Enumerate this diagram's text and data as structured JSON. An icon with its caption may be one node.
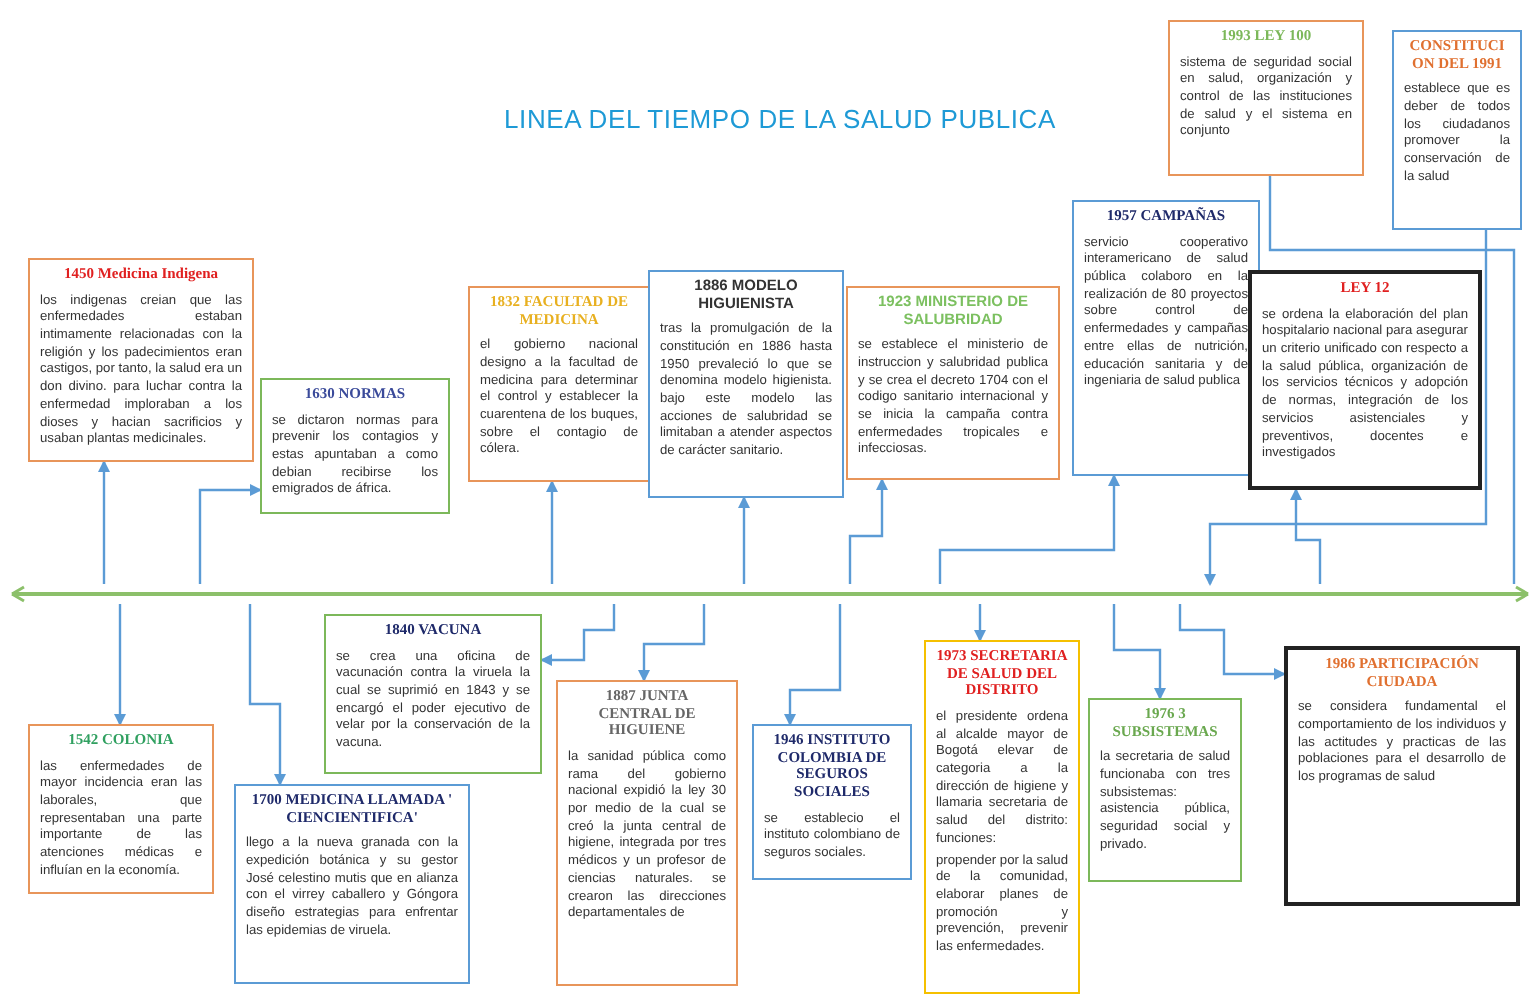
{
  "diagram": {
    "title": "LINEA DEL TIEMPO DE LA SALUD PUBLICA",
    "nodes": [
      {
        "text": [
          "1450 Medicina Indigena",
          "los indigenas creian que las enfermedades estaban intimamente relacionadas con la religión y los padecimientos eran castigos, por tanto, la salud era un don divino. para luchar contra la enfermedad imploraban a los dioses y hacian sacrificios y usaban plantas medicinales."
        ]
      },
      {
        "text": [
          "1630 NORMAS",
          "se dictaron normas para prevenir los contagios y estas apuntaban a como debian recibirse los emigrados de áfrica."
        ]
      },
      {
        "text": [
          "1832 FACULTAD DE MEDICINA",
          "el gobierno nacional designo a la facultad de medicina para determinar el control y establecer la cuarentena de los buques, sobre el contagio de cólera."
        ]
      },
      {
        "text": [
          "1886 MODELO HIGUIENISTA",
          "tras la promulgación de la constitución en 1886 hasta 1950 prevaleció lo que se denomina modelo higienista. bajo este modelo las acciones de salubridad se limitaban a atender aspectos de carácter sanitario."
        ]
      },
      {
        "text": [
          "1923 MINISTERIO DE SALUBRIDAD",
          "se establece el ministerio de instruccion y salubridad publica y se crea el decreto 1704 con el codigo sanitario internacional y se inicia la campaña contra enfermedades tropicales e infecciosas."
        ]
      },
      {
        "text": [
          "1957 CAMPAÑAS",
          "servicio cooperativo interamericano de salud pública colaboro en la realización de 80 proyectos sobre control de enfermedades y campañas entre ellas de nutrición, educación sanitaria y de ingeniaria de salud publica"
        ]
      },
      {
        "text": [
          "1993 LEY 100",
          "sistema de seguridad social en salud, organización y control de las instituciones de salud y el sistema en conjunto"
        ]
      },
      {
        "text": [
          "CONSTITUCION DEL 1991",
          "establece que es deber de todos los ciudadanos promover la conservación de la salud"
        ]
      },
      {
        "text": [
          "LEY 12",
          "se ordena la elaboración del plan hospitalario nacional para asegurar un criterio unificado con respecto a la salud pública, organización de los servicios técnicos y adopción de normas, integración de los servicios asistenciales y preventivos, docentes e investigados"
        ]
      },
      {
        "text": [],
        "shape": "bar"
      },
      {
        "text": [
          "1542 COLONIA",
          "las enfermedades de mayor incidencia eran las laborales, que representaban una parte importante de las atenciones médicas e influían en la economía."
        ]
      },
      {
        "text": [
          "1700 MEDICINA LLAMADA ' CIENCIENTIFICA'",
          "llego a la nueva granada con la expedición botánica y su gestor José celestino mutis que en alianza con el virrey caballero y Góngora diseño estrategias para enfrentar las epidemias de viruela."
        ]
      },
      {
        "text": [
          "1840 VACUNA",
          "se crea una oficina de vacunación contra la viruela la cual se suprimió en 1843 y se encargó el poder ejecutivo de velar por la conservación de la vacuna."
        ]
      },
      {
        "text": [
          "1887 JUNTA CENTRAL DE HIGUIENE",
          "la sanidad pública como rama del gobierno nacional expidió la ley 30 por medio de la cual se creó la junta central de higiene, integrada por tres médicos y un profesor de ciencias naturales. se crearon las direcciones departamentales de"
        ]
      },
      {
        "text": [
          "1946 INSTITUTO COLOMBIA DE SEGUROS SOCIALES",
          "se establecio el instituto colombiano de seguros sociales."
        ]
      },
      {
        "text": [
          "1973 SECRETARIA DE SALUD DEL DISTRITO",
          "el presidente ordena al alcalde mayor de Bogotá elevar de categoria a la dirección de higiene y llamaria secretaria de salud del distrito: funciones:",
          "propender por la salud de la comunidad, elaborar planes de promoción y prevención, prevenir las enfermedades."
        ]
      },
      {
        "text": [
          "1976 3 SUBSISTEMAS",
          "la secretaria de salud funcionaba con tres subsistemas: asistencia pública, seguridad social y privado."
        ]
      },
      {
        "text": [
          "1986 PARTICIPACIÓN CIUDADA",
          "se considera fundamental el comportamiento de los individuos y las actitudes y practicas de las poblaciones para el desarrollo de los programas de salud"
        ]
      }
    ],
    "edges": [
      {
        "from": 9,
        "to": 0,
        "arrow": "to"
      },
      {
        "from": 9,
        "to": 1,
        "arrow": "to"
      },
      {
        "from": 9,
        "to": 2,
        "arrow": "to"
      },
      {
        "from": 9,
        "to": 3,
        "arrow": "to"
      },
      {
        "from": 9,
        "to": 4,
        "arrow": "to"
      },
      {
        "from": 9,
        "to": 5,
        "arrow": "to"
      },
      {
        "from": 9,
        "to": 6,
        "arrow": "none"
      },
      {
        "from": 7,
        "to": 9,
        "arrow": "to"
      },
      {
        "from": 9,
        "to": 8,
        "arrow": "to"
      },
      {
        "from": 9,
        "to": 10,
        "arrow": "to"
      },
      {
        "from": 9,
        "to": 11,
        "arrow": "to"
      },
      {
        "from": 9,
        "to": 12,
        "arrow": "to"
      },
      {
        "from": 9,
        "to": 13,
        "arrow": "to"
      },
      {
        "from": 9,
        "to": 14,
        "arrow": "to"
      },
      {
        "from": 9,
        "to": 15,
        "arrow": "to"
      },
      {
        "from": 9,
        "to": 16,
        "arrow": "to"
      },
      {
        "from": 9,
        "to": 17,
        "arrow": "to"
      }
    ]
  }
}
